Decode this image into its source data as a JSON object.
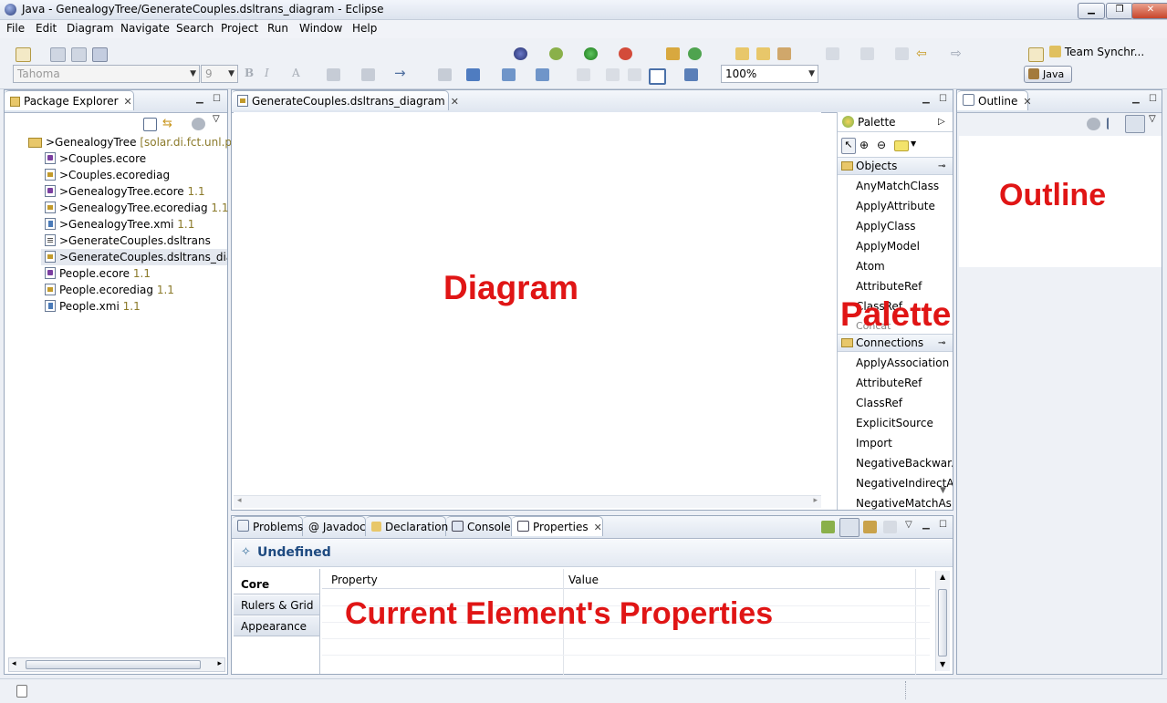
{
  "window": {
    "title": "Java - GenealogyTree/GenerateCouples.dsltrans_diagram - Eclipse"
  },
  "menu": [
    "File",
    "Edit",
    "Diagram",
    "Navigate",
    "Search",
    "Project",
    "Run",
    "Window",
    "Help"
  ],
  "toolbar": {
    "font_family": "Tahoma",
    "font_size": "9",
    "zoom": "100%",
    "perspective_team": "Team Synchr...",
    "perspective_java": "Java"
  },
  "package_explorer": {
    "tab_label": "Package Explorer",
    "project": {
      "name": ">GenealogyTree",
      "location": "[solar.di.fct.unl.pt]"
    },
    "items": [
      {
        "name": ">Couples.ecore",
        "rev": "",
        "icon": "ecore-file-icon"
      },
      {
        "name": ">Couples.ecorediag",
        "rev": "",
        "icon": "ecorediag-file-icon"
      },
      {
        "name": ">GenealogyTree.ecore",
        "rev": "1.1",
        "icon": "ecore-file-icon"
      },
      {
        "name": ">GenealogyTree.ecorediag",
        "rev": "1.1",
        "icon": "ecorediag-file-icon"
      },
      {
        "name": ">GenealogyTree.xmi",
        "rev": "1.1",
        "icon": "xmi-file-icon"
      },
      {
        "name": ">GenerateCouples.dsltrans",
        "rev": "",
        "icon": "text-file-icon"
      },
      {
        "name": ">GenerateCouples.dsltrans_diagra",
        "rev": "",
        "icon": "diagram-file-icon"
      },
      {
        "name": "People.ecore",
        "rev": "1.1",
        "icon": "ecore-file-icon"
      },
      {
        "name": "People.ecorediag",
        "rev": "1.1",
        "icon": "ecorediag-file-icon"
      },
      {
        "name": "People.xmi",
        "rev": "1.1",
        "icon": "xmi-file-icon"
      }
    ]
  },
  "editor": {
    "tab_label": "GenerateCouples.dsltrans_diagram",
    "annotation": "Diagram"
  },
  "palette": {
    "title": "Palette",
    "annotation": "Palette",
    "objects_drawer": "Objects",
    "objects": [
      "AnyMatchClass",
      "ApplyAttribute",
      "ApplyClass",
      "ApplyModel",
      "Atom",
      "AttributeRef",
      "ClassRef",
      "Concat"
    ],
    "connections_drawer": "Connections",
    "connections": [
      "ApplyAssociation",
      "AttributeRef",
      "ClassRef",
      "ExplicitSource",
      "Import",
      "NegativeBackwar...",
      "NegativeIndirectA...",
      "NegativeMatchAs..."
    ]
  },
  "outline": {
    "tab_label": "Outline",
    "annotation": "Outline"
  },
  "bottom_tabs": [
    "Problems",
    "Javadoc",
    "Declaration",
    "Console",
    "Properties"
  ],
  "properties": {
    "title": "Undefined",
    "tabs": [
      "Core",
      "Rulers & Grid",
      "Appearance"
    ],
    "columns": [
      "Property",
      "Value"
    ],
    "annotation": "Current Element's Properties"
  }
}
